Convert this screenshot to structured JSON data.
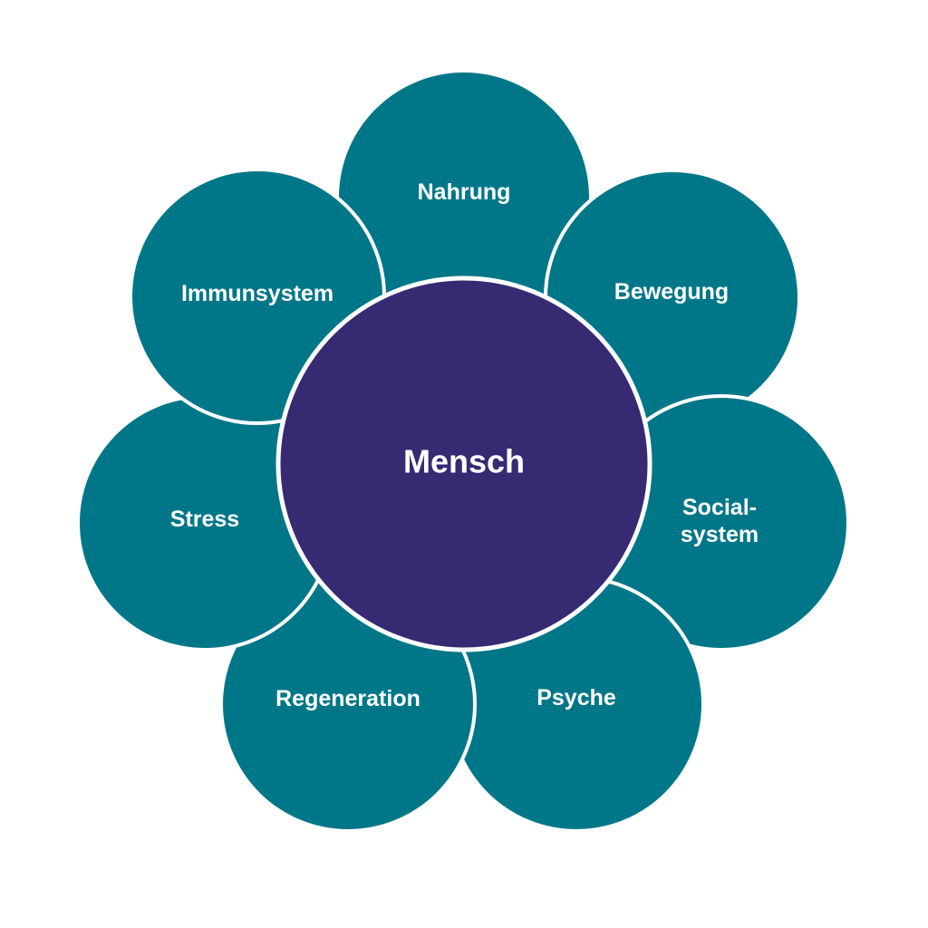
{
  "colors": {
    "petal": "#007788",
    "center": "#372a73",
    "outline": "#ffffff",
    "text": "#ffffff"
  },
  "center": {
    "label": "Mensch"
  },
  "petals": [
    {
      "id": "nahrung",
      "lines": [
        "Nahrung"
      ]
    },
    {
      "id": "bewegung",
      "lines": [
        "Bewegung"
      ]
    },
    {
      "id": "socialsystem",
      "lines": [
        "Social-",
        "system"
      ]
    },
    {
      "id": "psyche",
      "lines": [
        "Psyche"
      ]
    },
    {
      "id": "regeneration",
      "lines": [
        "Regeneration"
      ]
    },
    {
      "id": "stress",
      "lines": [
        "Stress"
      ]
    },
    {
      "id": "immunsystem",
      "lines": [
        "Immunsystem"
      ]
    }
  ]
}
